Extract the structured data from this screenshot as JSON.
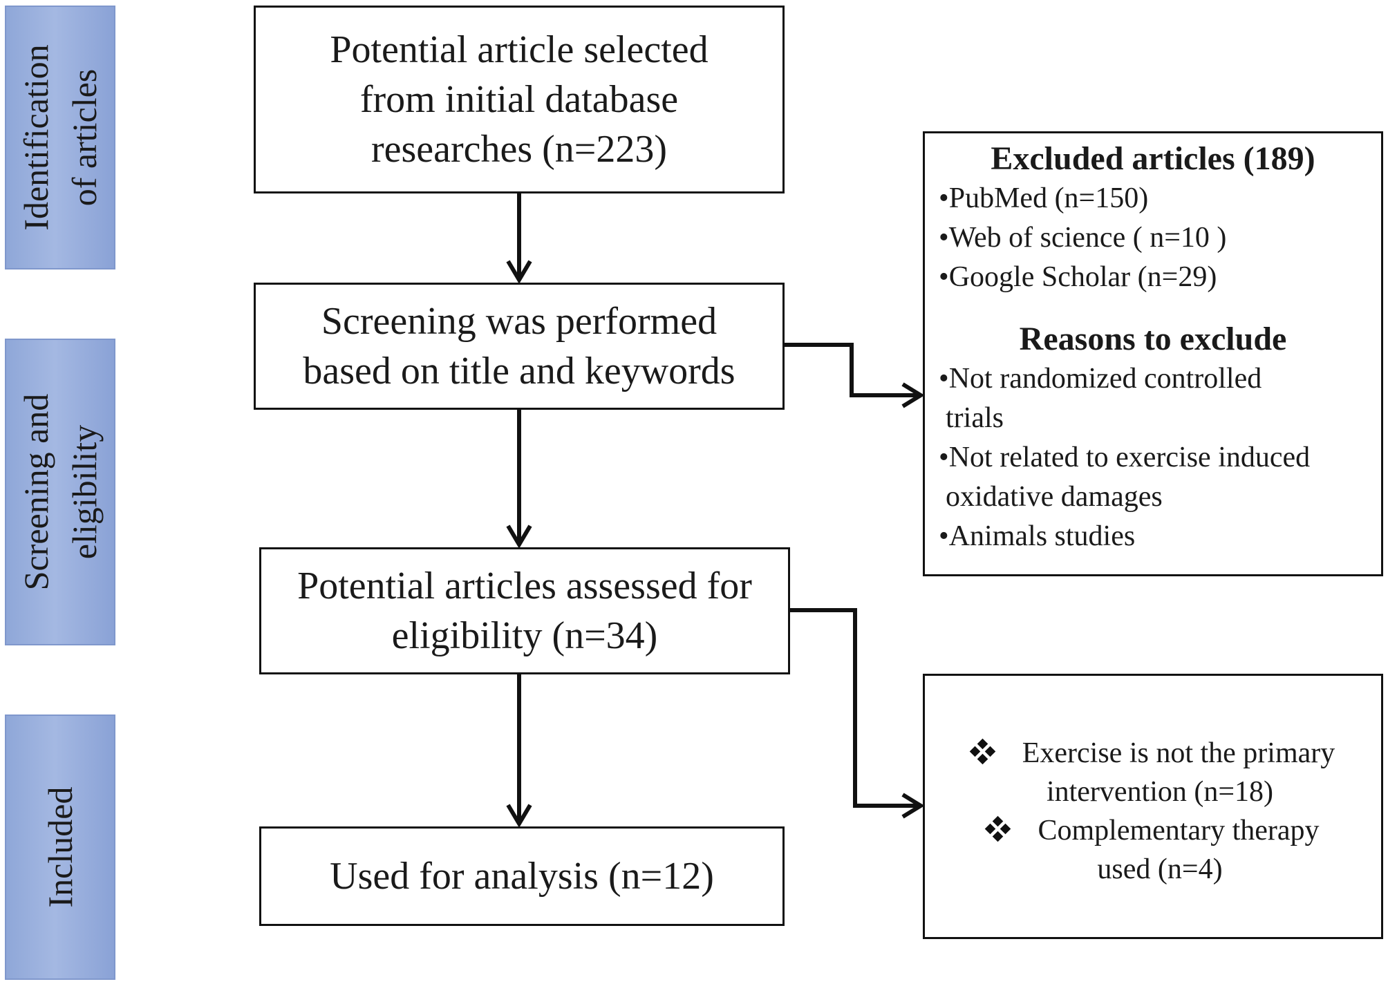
{
  "phases": {
    "identification": {
      "line1": "Identification",
      "line2": "of articles"
    },
    "screening": {
      "line1": "Screening and",
      "line2": "eligibility"
    },
    "included": {
      "line1": "Included"
    }
  },
  "flow": {
    "initial": {
      "line1": "Potential article selected",
      "line2": "from initial database",
      "line3": "researches (n=223)"
    },
    "screening": {
      "line1": "Screening was performed",
      "line2": "based on title and keywords"
    },
    "assessed": {
      "line1": "Potential articles assessed for",
      "line2": "eligibility (n=34)"
    },
    "used": {
      "line1": "Used for analysis (n=12)"
    }
  },
  "excluded_box": {
    "heading": "Excluded articles (189)",
    "sources": [
      "PubMed (n=150)",
      "Web of science ( n=10 )",
      "Google Scholar (n=29)"
    ],
    "reasons_heading": "Reasons to exclude",
    "reasons": [
      {
        "line1": "Not randomized controlled",
        "line2": "trials"
      },
      {
        "line1": "Not related to exercise induced",
        "line2": "oxidative damages"
      },
      {
        "line1": "Animals studies"
      }
    ],
    "bullet": "•"
  },
  "eligibility_exclusions": {
    "items": [
      {
        "line1": "Exercise is not the primary",
        "line2": "intervention (n=18)"
      },
      {
        "line1": "Complementary therapy",
        "line2": "used (n=4)"
      }
    ],
    "icon": "four-diamond-bullet-icon"
  },
  "colors": {
    "phase_fill": "#9fb3df",
    "phase_border": "#7f97cc",
    "line": "#111111"
  }
}
